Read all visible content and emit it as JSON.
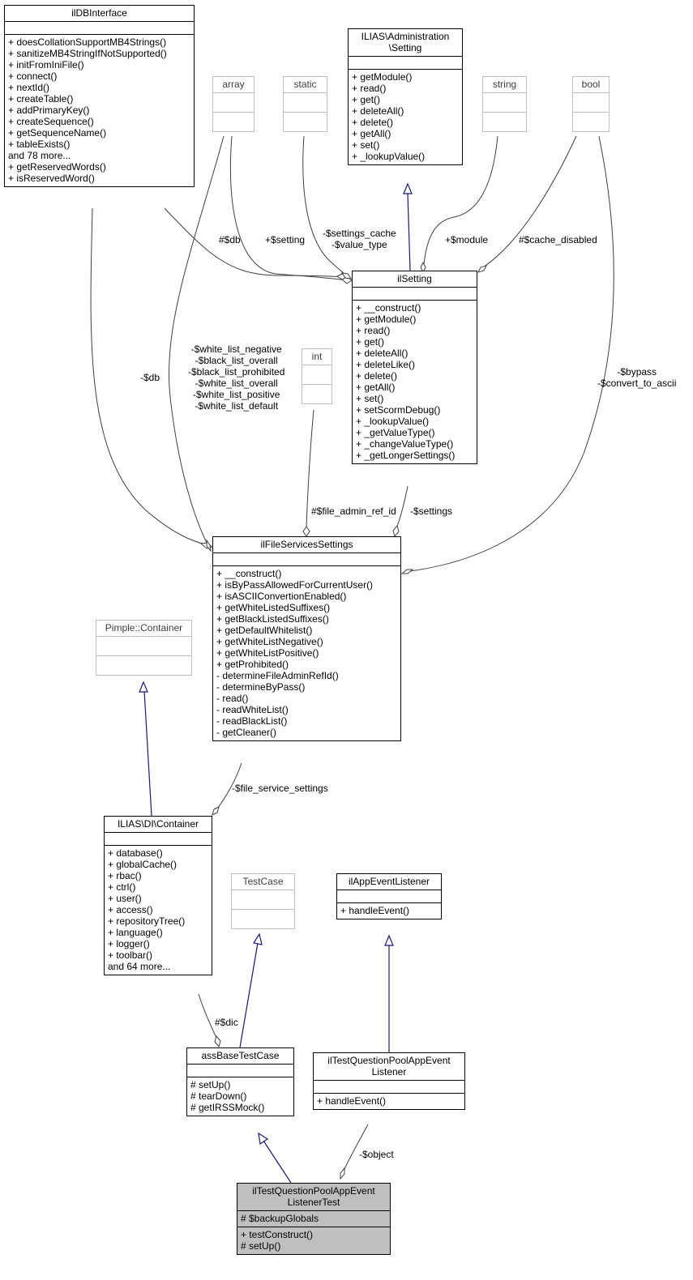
{
  "nodes": {
    "ildbinterface": {
      "title": [
        "ilDBInterface"
      ],
      "attributes": [],
      "methods": [
        "+ doesCollationSupportMB4Strings()",
        "+ sanitizeMB4StringIfNotSupported()",
        "+ initFromIniFile()",
        "+ connect()",
        "+ nextId()",
        "+ createTable()",
        "+ addPrimaryKey()",
        "+ createSequence()",
        "+ getSequenceName()",
        "+ tableExists()",
        "and 78 more...",
        "+ getReservedWords()",
        "+ isReservedWord()"
      ]
    },
    "array": {
      "title": [
        "array"
      ],
      "attributes": [],
      "methods": []
    },
    "static": {
      "title": [
        "static"
      ],
      "attributes": [],
      "methods": []
    },
    "ilias_setting": {
      "title": [
        "ILIAS\\Administration",
        "\\Setting"
      ],
      "attributes": [],
      "methods": [
        "+ getModule()",
        "+ read()",
        "+ get()",
        "+ deleteAll()",
        "+ delete()",
        "+ getAll()",
        "+ set()",
        "+ _lookupValue()"
      ]
    },
    "string": {
      "title": [
        "string"
      ],
      "attributes": [],
      "methods": []
    },
    "bool": {
      "title": [
        "bool"
      ],
      "attributes": [],
      "methods": []
    },
    "ilsetting": {
      "title": [
        "ilSetting"
      ],
      "attributes": [],
      "methods": [
        "+ __construct()",
        "+ getModule()",
        "+ read()",
        "+ get()",
        "+ deleteAll()",
        "+ deleteLike()",
        "+ delete()",
        "+ getAll()",
        "+ set()",
        "+ setScormDebug()",
        "+ _lookupValue()",
        "+ _getValueType()",
        "+ _changeValueType()",
        "+ _getLongerSettings()"
      ]
    },
    "int": {
      "title": [
        "int"
      ],
      "attributes": [],
      "methods": []
    },
    "ilfileservicessettings": {
      "title": [
        "ilFileServicesSettings"
      ],
      "attributes": [],
      "methods": [
        "+ __construct()",
        "+ isByPassAllowedForCurrentUser()",
        "+ isASCIIConvertionEnabled()",
        "+ getWhiteListedSuffixes()",
        "+ getBlackListedSuffixes()",
        "+ getDefaultWhitelist()",
        "+ getWhiteListNegative()",
        "+ getWhiteListPositive()",
        "+ getProhibited()",
        "- determineFileAdminRefId()",
        "- determineByPass()",
        "- read()",
        "- readWhiteList()",
        "- readBlackList()",
        "- getCleaner()"
      ]
    },
    "pimple_container": {
      "title": [
        "Pimple::Container"
      ],
      "attributes": [],
      "methods": []
    },
    "ilias_di_container": {
      "title": [
        "ILIAS\\DI\\Container"
      ],
      "attributes": [],
      "methods": [
        "+ database()",
        "+ globalCache()",
        "+ rbac()",
        "+ ctrl()",
        "+ user()",
        "+ access()",
        "+ repositoryTree()",
        "+ language()",
        "+ logger()",
        "+ toolbar()",
        "and 64 more..."
      ]
    },
    "testcase": {
      "title": [
        "TestCase"
      ],
      "attributes": [],
      "methods": []
    },
    "ilappeventlistener": {
      "title": [
        "ilAppEventListener"
      ],
      "attributes": [],
      "methods": [
        "+ handleEvent()"
      ]
    },
    "assbasetestcase": {
      "title": [
        "assBaseTestCase"
      ],
      "attributes": [],
      "methods": [
        "# setUp()",
        "# tearDown()",
        "# getIRSSMock()"
      ]
    },
    "iltestquestionpoolappeventlistener": {
      "title": [
        "ilTestQuestionPoolAppEvent",
        "Listener"
      ],
      "attributes": [],
      "methods": [
        "+ handleEvent()"
      ]
    },
    "iltestquestionpoolappeventlistenertest": {
      "title": [
        "ilTestQuestionPoolAppEvent",
        "ListenerTest"
      ],
      "attributes": [
        "# $backupGlobals"
      ],
      "methods": [
        "+ testConstruct()",
        "# setUp()"
      ]
    }
  },
  "edge_labels": {
    "db_setting": [
      "#$db"
    ],
    "array_setting": [
      "+$setting"
    ],
    "static_setting": [
      "-$settings_cache",
      "-$value_type"
    ],
    "string_setting": [
      "+$module"
    ],
    "bool_setting": [
      "#$cache_disabled"
    ],
    "db_file": [
      "-$db"
    ],
    "array_file": [
      "-$white_list_negative",
      "-$black_list_overall",
      "-$black_list_prohibited",
      "-$white_list_overall",
      "-$white_list_positive",
      "-$white_list_default"
    ],
    "int_file": [
      "#$file_admin_ref_id"
    ],
    "setting_file": [
      "-$settings"
    ],
    "bool_file": [
      "-$bypass",
      "-$convert_to_ascii"
    ],
    "file_container": [
      "-$file_service_settings"
    ],
    "container_base": [
      "#$dic"
    ],
    "listener_test": [
      "-$object"
    ]
  },
  "colors": {
    "inheritance": "#191970",
    "association": "#404040",
    "focus_fill": "#bfbfbf",
    "external_border": "#bfbfbf"
  }
}
